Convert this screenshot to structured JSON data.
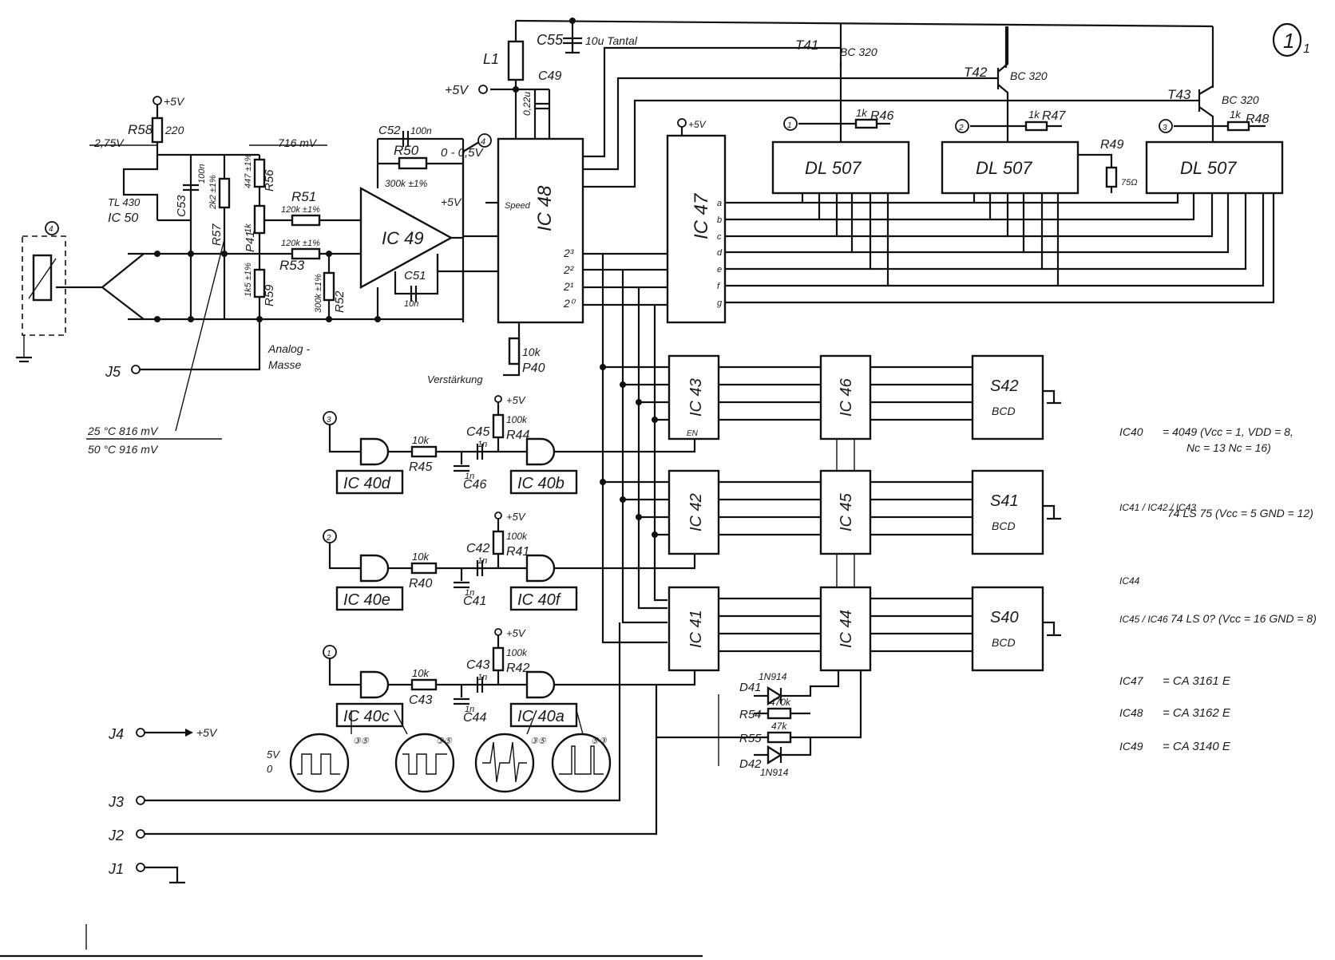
{
  "sheet": {
    "sheet_number": "1",
    "opamp": {
      "label": "IC 49",
      "supply": "+5V"
    },
    "vref": {
      "label": "TL 430",
      "ic": "IC 50"
    },
    "counter": {
      "label": "IC 48",
      "pin_speed": "Speed",
      "outputs": [
        "2³",
        "2²",
        "2¹",
        "2⁰"
      ]
    },
    "decoder": {
      "label": "IC 47",
      "supply": "+5V"
    },
    "latches": [
      "IC 43",
      "IC 42",
      "IC 41"
    ],
    "buffers": [
      "IC 46",
      "IC 45",
      "IC 44"
    ],
    "latch_pin_en": "EN",
    "switches": [
      {
        "name": "S42",
        "type": "BCD"
      },
      {
        "name": "S41",
        "type": "BCD"
      },
      {
        "name": "S40",
        "type": "BCD"
      }
    ],
    "gates": [
      "IC 40d",
      "IC 40b",
      "IC 40e",
      "IC 40f",
      "IC 40c",
      "IC 40a"
    ],
    "displays": [
      "DL 507",
      "DL 507",
      "DL 507"
    ],
    "display_pins": [
      "a",
      "b",
      "c",
      "d",
      "e",
      "f",
      "g"
    ],
    "transistors": [
      {
        "name": "T41",
        "type": "BC 320"
      },
      {
        "name": "T42",
        "type": "BC 320"
      },
      {
        "name": "T43",
        "type": "BC 320"
      }
    ],
    "supply_5v": "+5V",
    "labels": {
      "c55": "C55",
      "c55_val": "10u Tantal",
      "l1": "L1",
      "c49": "C49",
      "c49_val": "0,22u",
      "c52": "C52",
      "c52_val": "100n",
      "r50": "R50",
      "r50_val": "300k ±1%",
      "r51": "R51",
      "r51_val": "120k ±1%",
      "r53": "R53",
      "r53_val": "120k ±1%",
      "r52": "R52",
      "r52_val": "300k ±1%",
      "c51": "C51",
      "c51_val": "10n",
      "r58": "R58",
      "r58_val": "220",
      "r56": "R56",
      "r56_val": "447 ±1%",
      "r57": "R57",
      "r57_val": "2k2 ±1%",
      "p41": "P41",
      "p41_val": "1k",
      "r59": "R59",
      "r59_val": "1k5 ±1%",
      "c53": "C53",
      "c53_val": "100n",
      "v_275": "2,75V",
      "v_716": "716 mV",
      "v_range": "0 - 0,5V",
      "node4": "4",
      "analog_masse_1": "Analog -",
      "analog_masse_2": "Masse",
      "temp_25": "25 °C  816 mV",
      "temp_50": "50 °C  916 mV",
      "p40": "P40",
      "p40_val": "10k",
      "verst": "Verstärkung",
      "r46": "R46",
      "r46_val": "1k",
      "r47": "R47",
      "r47_val": "1k",
      "r48": "R48",
      "r48_val": "1k",
      "r49": "R49",
      "r49_val": "75Ω",
      "r45": "R45",
      "r45_val": "10k",
      "r40": "R40",
      "r40_val": "10k",
      "c43r": "C43",
      "c43r_val": "10k",
      "c45": "C45",
      "c45_val": "1n",
      "c46": "C46",
      "c46_val": "1n",
      "c42": "C42",
      "c42_val": "1n",
      "c41": "C41",
      "c41_val": "1n",
      "c43": "C43",
      "c43_val": "1n",
      "c44": "C44",
      "c44_val": "1n",
      "r44": "R44",
      "r44_val": "100k",
      "r41": "R41",
      "r41_val": "100k",
      "r42": "R42",
      "r42_val": "100k",
      "d41": "D41",
      "d41_val": "1N914",
      "d42": "D42",
      "d42_val": "1N914",
      "r54": "R54",
      "r54_val": "470k",
      "r55": "R55",
      "r55_val": "47k",
      "j1": "J1",
      "j2": "J2",
      "j3": "J3",
      "j4": "J4",
      "j4_val": "+5V",
      "j5": "J5",
      "wave_5v": "5V",
      "wave_0": "0",
      "node1": "1",
      "node2": "2",
      "node3": "3",
      "node35": "③⑤",
      "node53": "⑤③"
    },
    "ic_notes": [
      {
        "ic": "IC40",
        "text": "= 4049 (Vcc = 1, VDD = 8,"
      },
      {
        "ic": "",
        "text": "Nc = 13  Nc = 16)"
      },
      {
        "ic": "IC41 / IC42 / IC43",
        "text": "74 LS 75   (Vcc = 5  GND = 12)"
      },
      {
        "ic": "IC44",
        "text": ")"
      },
      {
        "ic": "IC45 / IC46",
        "text": "74 LS 0?   (Vcc = 16  GND = 8)"
      },
      {
        "ic": "IC47",
        "text": "= CA 3161 E"
      },
      {
        "ic": "IC48",
        "text": "= CA 3162 E"
      },
      {
        "ic": "IC49",
        "text": "= CA 3140 E"
      }
    ]
  }
}
